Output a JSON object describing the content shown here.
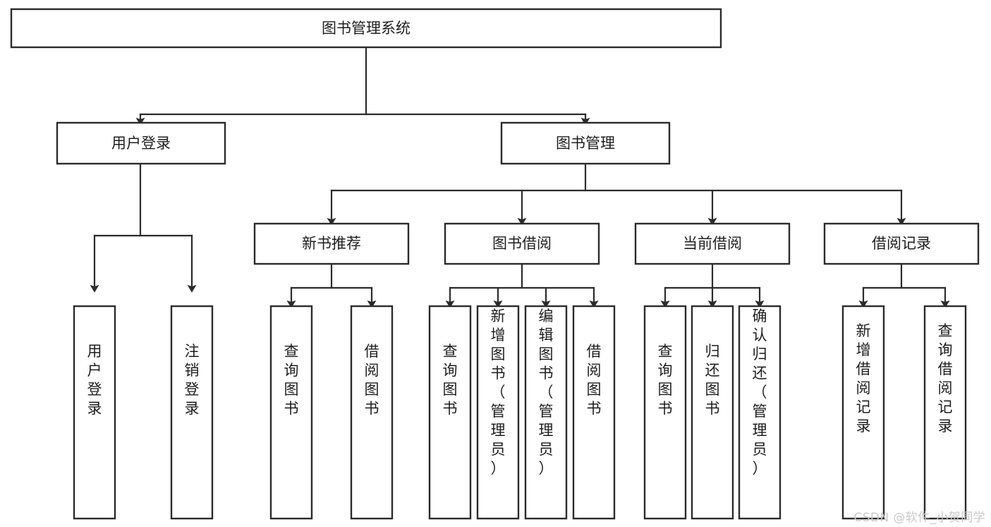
{
  "diagram": {
    "title": "图书管理系统",
    "type": "tree",
    "watermark": "CSDN @软件_小贺同学",
    "nodes": {
      "root": {
        "label": "图书管理系统"
      },
      "level1": [
        {
          "label": "用户登录"
        },
        {
          "label": "图书管理"
        }
      ],
      "level2": [
        {
          "label": "新书推荐"
        },
        {
          "label": "图书借阅"
        },
        {
          "label": "当前借阅"
        },
        {
          "label": "借阅记录"
        }
      ],
      "leaves": {
        "user_login": [
          {
            "label": "用户登录"
          },
          {
            "label": "注销登录"
          }
        ],
        "new_book_recommend": [
          {
            "label": "查询图书"
          },
          {
            "label": "借阅图书"
          }
        ],
        "book_borrow": [
          {
            "label": "查询图书"
          },
          {
            "label": "新增图书（管理员）"
          },
          {
            "label": "编辑图书（管理员）"
          },
          {
            "label": "借阅图书"
          }
        ],
        "current_borrow": [
          {
            "label": "查询图书"
          },
          {
            "label": "归还图书"
          },
          {
            "label": "确认归还（管理员）"
          }
        ],
        "borrow_record": [
          {
            "label": "新增借阅记录"
          },
          {
            "label": "查询借阅记录"
          }
        ]
      }
    },
    "colors": {
      "box_stroke": "#2b2b2b",
      "box_fill": "#ffffff",
      "text": "#1e1e1e",
      "watermark": "#c9c9c9",
      "background": "#ffffff"
    }
  }
}
